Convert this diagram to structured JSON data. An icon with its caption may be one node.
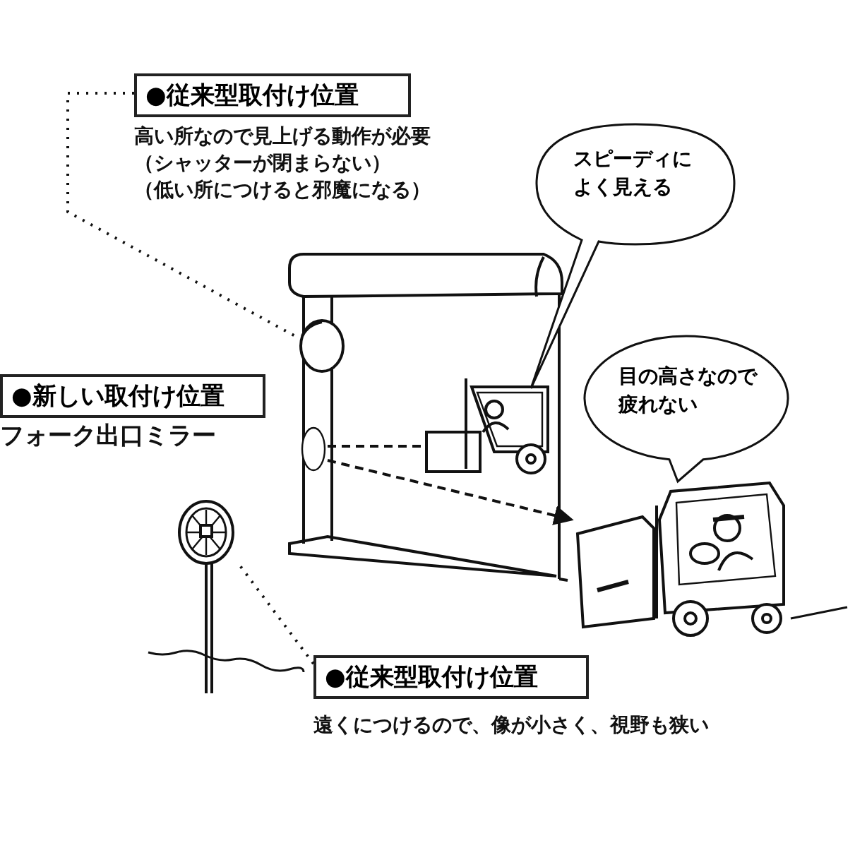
{
  "diagram": {
    "nodes": [
      {
        "text": [
          "●従来型取付け位置"
        ],
        "beside": [
          "高い所なので見上げる動作が必要",
          "（シャッターが閉まらない）",
          "（低い所につけると邪魔になる）"
        ]
      },
      {
        "text": [],
        "shape": "picture"
      },
      {
        "text": [
          "●新しい取付け位置"
        ],
        "beside": [
          "フォーク出口ミラー"
        ]
      },
      {
        "text": [],
        "shape": "circle"
      },
      {
        "text": [],
        "shape": "picture"
      },
      {
        "text": [
          "スピーディによく見える"
        ]
      },
      {
        "text": [
          "目の高さなので疲れない"
        ]
      },
      {
        "text": [],
        "shape": "picture"
      },
      {
        "text": [],
        "shape": "picture"
      },
      {
        "text": [
          "●従来型取付け位置"
        ],
        "beside": [
          "遠くにつけるので、像が小さく、視野も狭い"
        ]
      }
    ],
    "edges": [
      {
        "from": 0,
        "to": 1,
        "arrow": "none",
        "style": "dashed"
      },
      {
        "from": 3,
        "to": 4,
        "arrow": "none",
        "style": "dashed"
      },
      {
        "from": 3,
        "to": 7,
        "arrow": "to",
        "style": "dashed"
      },
      {
        "from": 9,
        "to": 8,
        "arrow": "none",
        "style": "dashed"
      }
    ]
  }
}
